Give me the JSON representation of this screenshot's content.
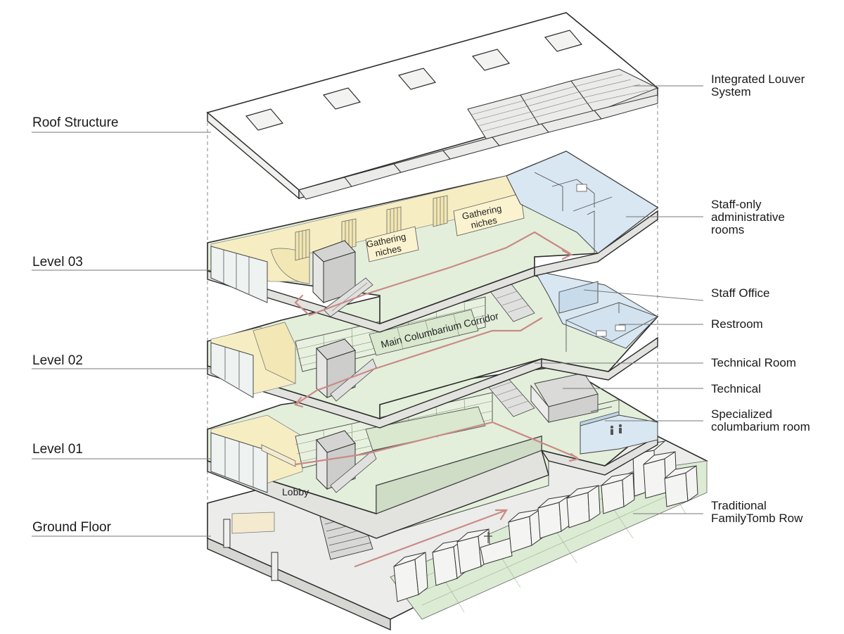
{
  "labels_left": [
    {
      "id": "roof",
      "text": "Roof Structure"
    },
    {
      "id": "l3",
      "text": "Level 03"
    },
    {
      "id": "l2",
      "text": "Level 02"
    },
    {
      "id": "l1",
      "text": "Level 01"
    },
    {
      "id": "gf",
      "text": "Ground Floor"
    }
  ],
  "labels_right": [
    {
      "id": "louver",
      "text": "Integrated Louver\nSystem"
    },
    {
      "id": "staffonly",
      "text": "Staff-only\nadministrative\nrooms"
    },
    {
      "id": "office",
      "text": "Staff Office"
    },
    {
      "id": "restroom",
      "text": "Restroom"
    },
    {
      "id": "techroom",
      "text": "Technical Room"
    },
    {
      "id": "technical",
      "text": "Technical"
    },
    {
      "id": "special",
      "text": "Specialized\ncolumbarium room"
    },
    {
      "id": "tomb",
      "text": "Traditional\nFamilyTomb Row"
    }
  ],
  "inline_tags": {
    "gathering_1": "Gathering\nniches",
    "gathering_2": "Gathering\nniches",
    "corridor": "Main Columbarium Corridor",
    "lobby": "Lobby"
  },
  "colors": {
    "circulation": "#e3efdb",
    "public": "#f6eec2",
    "staff": "#d9e7f2",
    "ground": "#ececea",
    "path": "#c98a86",
    "roof": "#ffffff"
  }
}
